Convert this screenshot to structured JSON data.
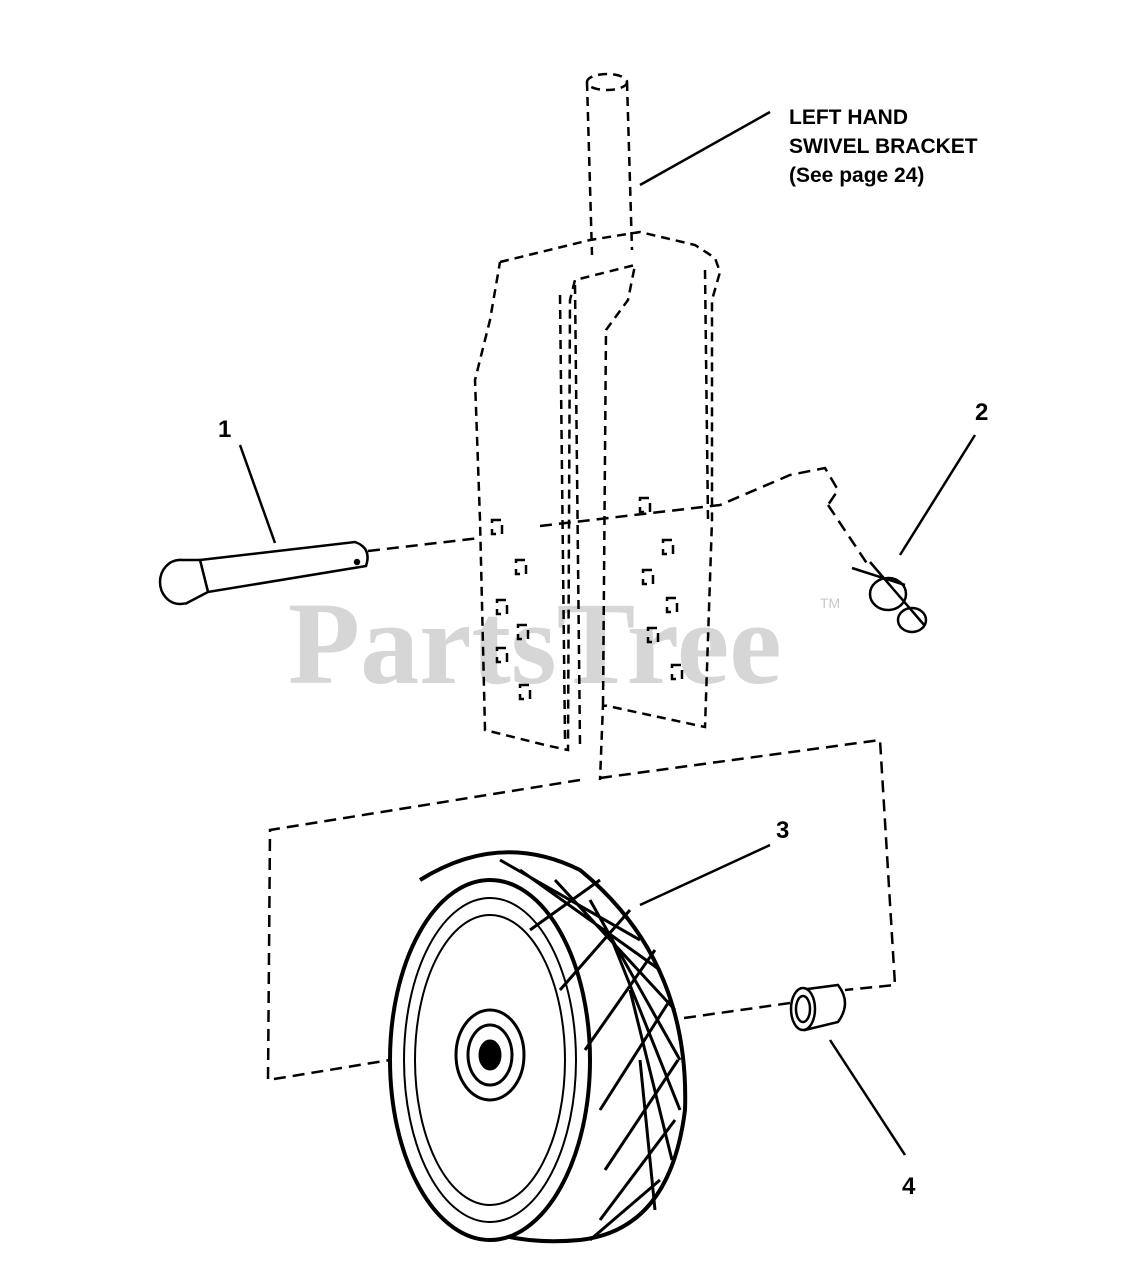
{
  "watermark": {
    "text": "PartsTree",
    "trademark": "TM"
  },
  "bracket_label": {
    "line1": "LEFT HAND",
    "line2": "SWIVEL BRACKET",
    "line3": "(See page 24)"
  },
  "parts": [
    {
      "number": "1",
      "name": "clevis-pin"
    },
    {
      "number": "2",
      "name": "hairpin-clip"
    },
    {
      "number": "3",
      "name": "wheel"
    },
    {
      "number": "4",
      "name": "bushing"
    }
  ],
  "colors": {
    "ink": "#000000",
    "watermark": "#d6d6d6"
  }
}
